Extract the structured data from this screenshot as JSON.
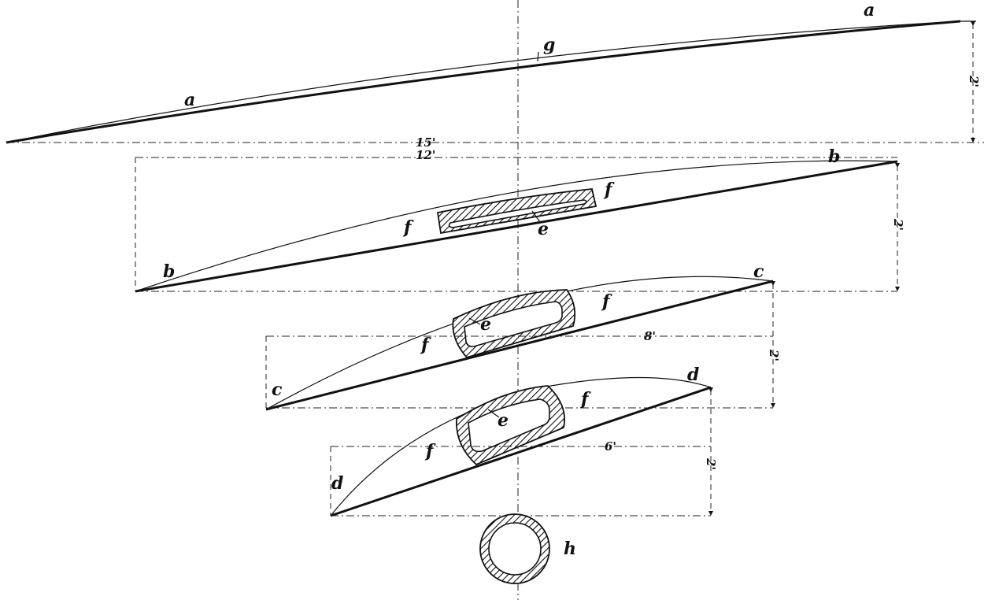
{
  "labels": {
    "a": "a",
    "g": "g",
    "b": "b",
    "c": "c",
    "d": "d",
    "e": "e",
    "f": "f",
    "h": "h"
  },
  "dimensions": {
    "span_a": "15'",
    "span_b": "12'",
    "span_c": "8'",
    "span_d": "6'",
    "height": "2'"
  }
}
